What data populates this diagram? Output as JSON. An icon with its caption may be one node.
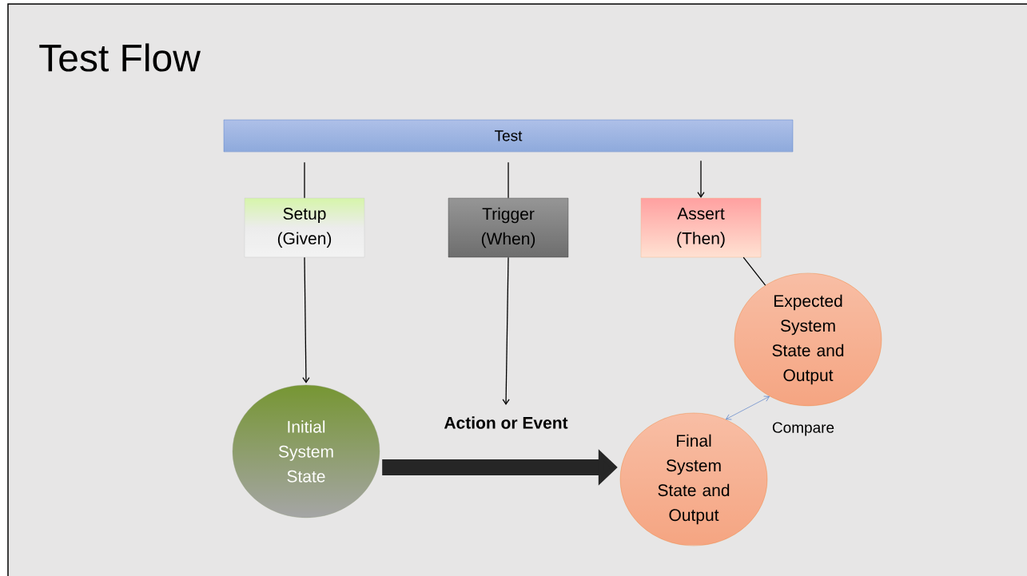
{
  "diagram": {
    "title": "Test Flow",
    "nodes": [
      {
        "text": [
          "Test"
        ]
      },
      {
        "text": [
          "Setup (Given)"
        ]
      },
      {
        "text": [
          "Trigger (When)"
        ]
      },
      {
        "text": [
          "Assert (Then)"
        ]
      },
      {
        "text": [
          "Initial System State"
        ]
      },
      {
        "text": [
          "Action or Event"
        ]
      },
      {
        "text": [
          "Expected System State and Output"
        ]
      },
      {
        "text": [
          "Final System State and Output"
        ]
      }
    ],
    "edges": [
      {
        "from": 0,
        "to": 1,
        "arrow": "none"
      },
      {
        "from": 0,
        "to": 2,
        "arrow": "none"
      },
      {
        "from": 0,
        "to": 3,
        "arrow": "to"
      },
      {
        "from": 1,
        "to": 4,
        "arrow": "to"
      },
      {
        "from": 2,
        "to": 5,
        "arrow": "to"
      },
      {
        "from": 3,
        "to": 6,
        "arrow": "none"
      },
      {
        "from": 4,
        "to": 7,
        "arrow": "to",
        "style": "thick"
      },
      {
        "from": 7,
        "to": 6,
        "arrow": "both",
        "label": "Compare",
        "color": "#4472c4"
      }
    ]
  }
}
